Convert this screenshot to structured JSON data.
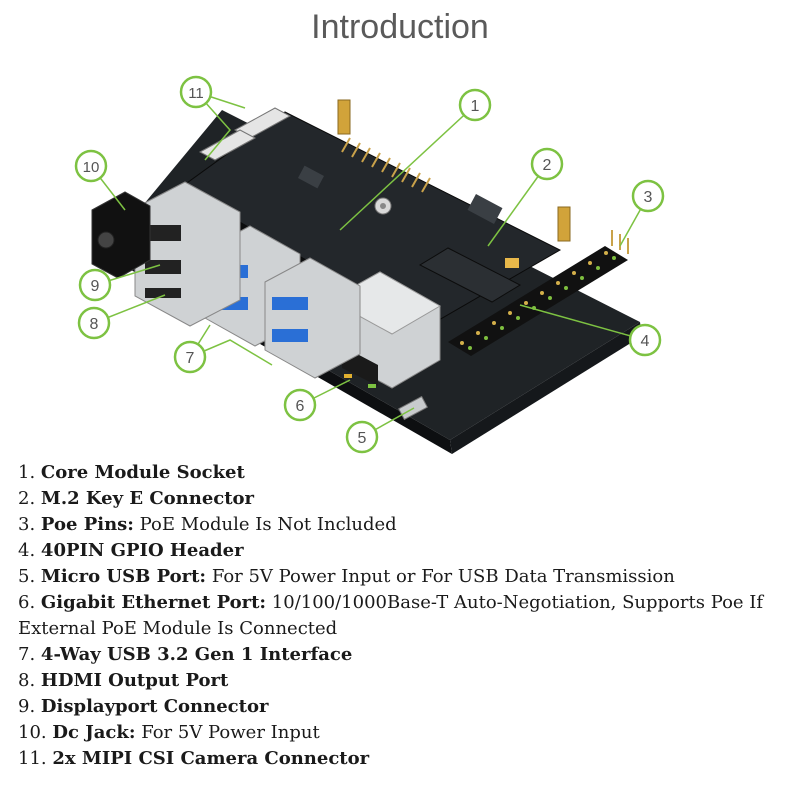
{
  "title": "Introduction",
  "colors": {
    "callout": "#7dc242",
    "board": "#1f2326",
    "edge": "#0d0f11"
  },
  "callouts": [
    "1",
    "2",
    "3",
    "4",
    "5",
    "6",
    "7",
    "8",
    "9",
    "10",
    "11"
  ],
  "features": [
    {
      "num": "1.",
      "label": "Core Module Socket",
      "desc": ""
    },
    {
      "num": "2.",
      "label": "M.2 Key E Connector",
      "desc": ""
    },
    {
      "num": "3.",
      "label": "Poe Pins:",
      "desc": "PoE Module Is Not Included"
    },
    {
      "num": "4.",
      "label": "40PIN GPIO Header",
      "desc": ""
    },
    {
      "num": "5.",
      "label": "Micro USB Port:",
      "desc": "For 5V Power Input or For USB Data Transmission"
    },
    {
      "num": "6.",
      "label": "Gigabit Ethernet Port:",
      "desc": "10/100/1000Base-T Auto-Negotiation, Supports Poe If External PoE Module Is Connected"
    },
    {
      "num": "7.",
      "label": "4-Way USB 3.2 Gen 1 Interface",
      "desc": ""
    },
    {
      "num": "8.",
      "label": "HDMI Output Port",
      "desc": ""
    },
    {
      "num": "9.",
      "label": "Displayport Connector",
      "desc": ""
    },
    {
      "num": "10.",
      "label": "Dc Jack:",
      "desc": "For 5V Power Input"
    },
    {
      "num": "11.",
      "label": "2x MIPI CSI Camera Connector",
      "desc": ""
    }
  ]
}
